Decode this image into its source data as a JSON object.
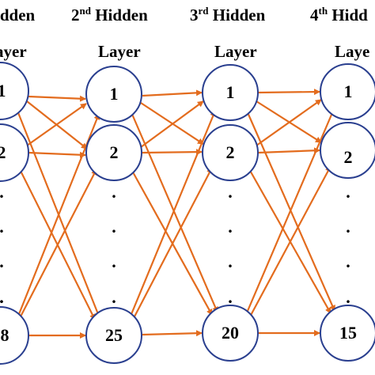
{
  "layers": [
    {
      "header_line1_prefix": "",
      "header_line1_sup": "",
      "header_line1_rest": "idden",
      "header_line2": "ayer",
      "nodes": [
        "1",
        "2",
        "8"
      ],
      "dots": [
        ".",
        ".",
        ".",
        ".",
        "."
      ]
    },
    {
      "header_line1_prefix": "2",
      "header_line1_sup": "nd",
      "header_line1_rest": " Hidden",
      "header_line2": "Layer",
      "nodes": [
        "1",
        "2",
        "25"
      ],
      "dots": [
        ".",
        ".",
        ".",
        "."
      ]
    },
    {
      "header_line1_prefix": "3",
      "header_line1_sup": "rd",
      "header_line1_rest": " Hidden",
      "header_line2": "Layer",
      "nodes": [
        "1",
        "2",
        "20"
      ],
      "dots": [
        ".",
        ".",
        ".",
        "."
      ]
    },
    {
      "header_line1_prefix": "4",
      "header_line1_sup": "th",
      "header_line1_rest": " Hidd",
      "header_line2": "Laye",
      "nodes": [
        "1",
        "2",
        "15"
      ],
      "dots": [
        ".",
        ".",
        ".",
        "."
      ]
    }
  ],
  "colors": {
    "edge": "#e36c1e",
    "node_border": "#2a3f8f",
    "text": "#000000"
  }
}
